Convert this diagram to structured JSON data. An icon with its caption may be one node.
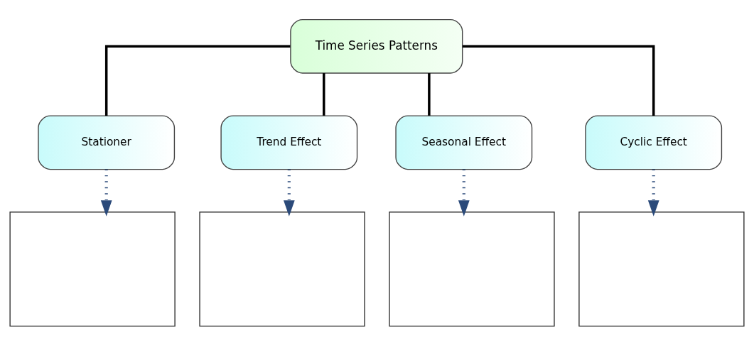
{
  "diagram": {
    "nodes": [
      {
        "text": [
          "Time Series Patterns"
        ]
      },
      {
        "text": [
          "Stationer"
        ]
      },
      {
        "text": [
          "Trend Effect"
        ]
      },
      {
        "text": [
          "Seasonal Effect"
        ]
      },
      {
        "text": [
          "Cyclic Effect"
        ]
      },
      {
        "text": [],
        "shape": "box"
      },
      {
        "text": [],
        "shape": "box"
      },
      {
        "text": [],
        "shape": "box"
      },
      {
        "text": [],
        "shape": "box"
      }
    ],
    "edges": [
      {
        "from": 0,
        "to": 1,
        "arrow": "none"
      },
      {
        "from": 0,
        "to": 2,
        "arrow": "none"
      },
      {
        "from": 0,
        "to": 3,
        "arrow": "none"
      },
      {
        "from": 0,
        "to": 4,
        "arrow": "none"
      },
      {
        "from": 1,
        "to": 5,
        "arrow": "to",
        "style": "dashed",
        "color": "#2b4a7a"
      },
      {
        "from": 2,
        "to": 6,
        "arrow": "to",
        "style": "dashed",
        "color": "#2b4a7a"
      },
      {
        "from": 3,
        "to": 7,
        "arrow": "to",
        "style": "dashed",
        "color": "#2b4a7a"
      },
      {
        "from": 4,
        "to": 8,
        "arrow": "to",
        "style": "dashed",
        "color": "#2b4a7a"
      }
    ]
  }
}
